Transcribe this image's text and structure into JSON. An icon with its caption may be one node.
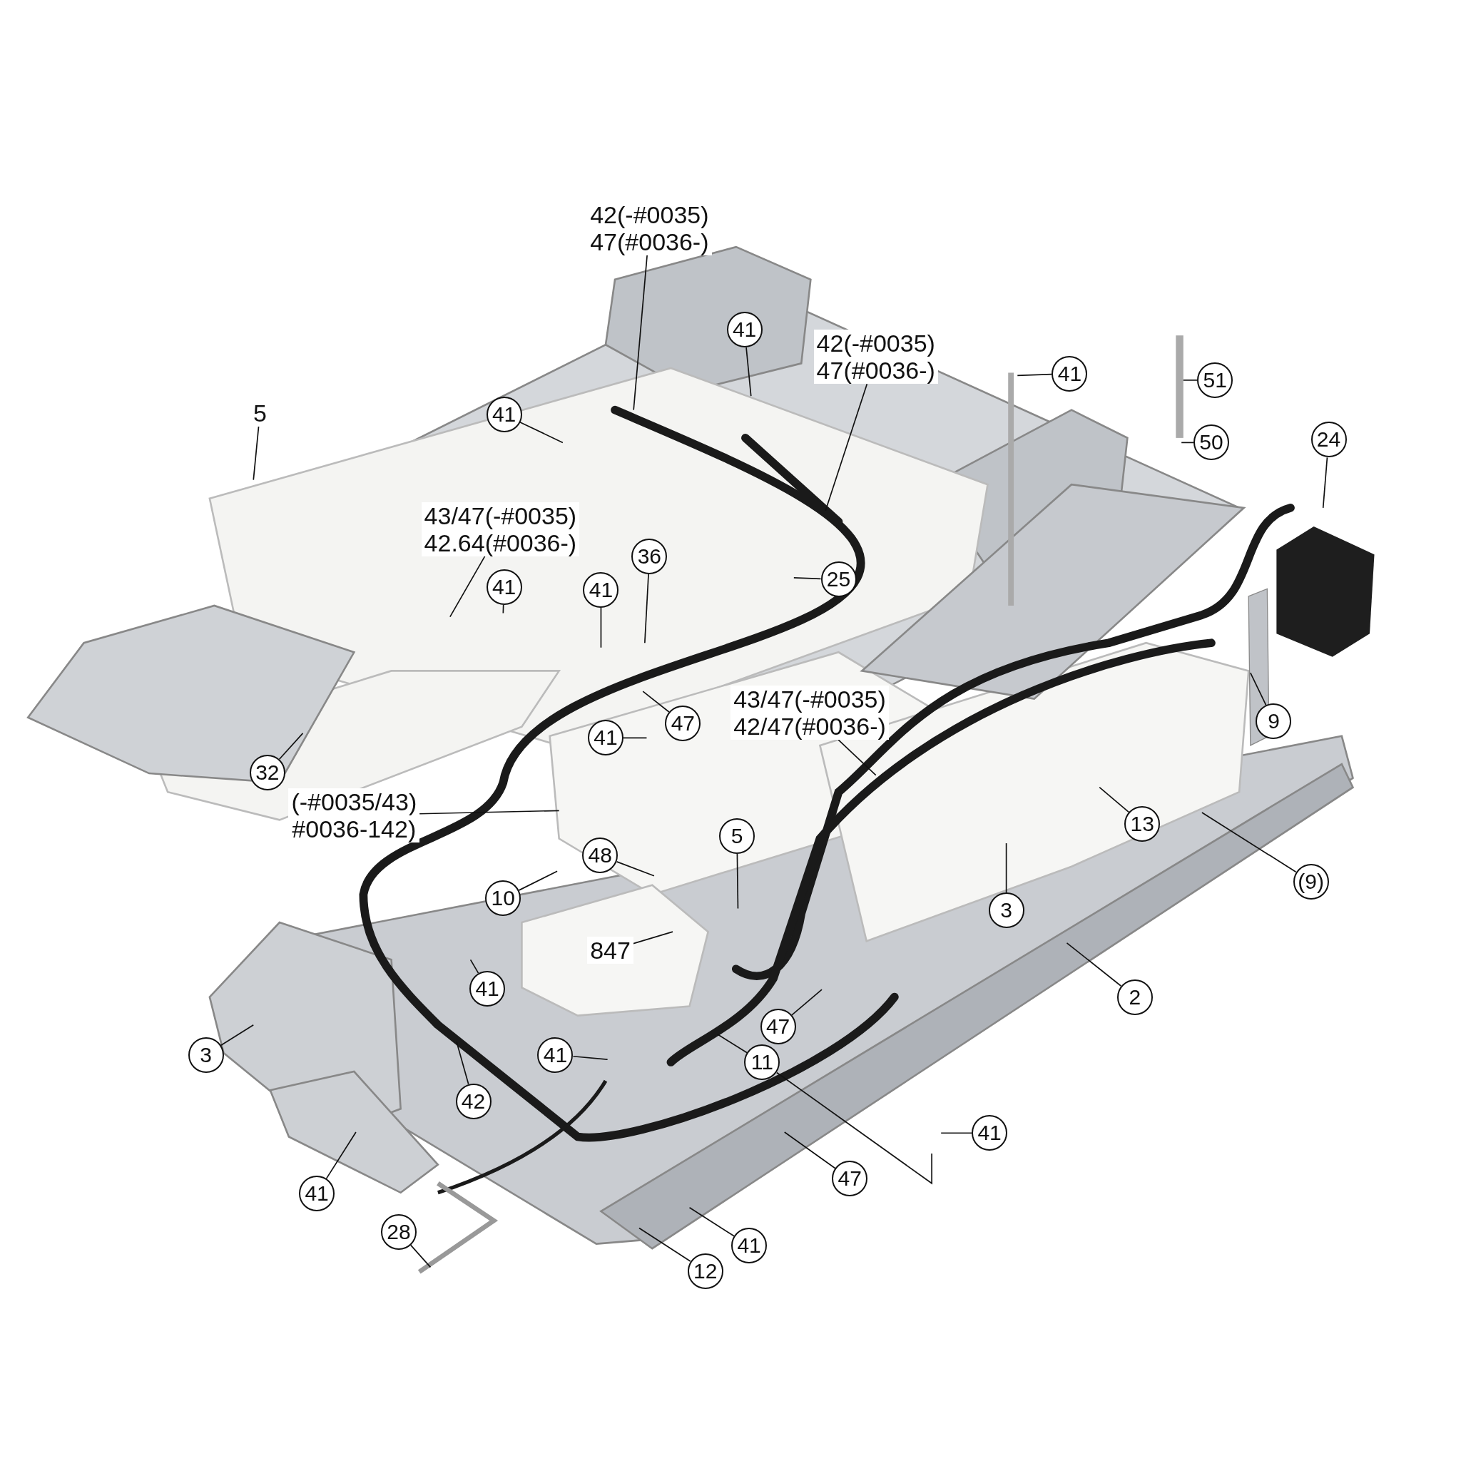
{
  "diagram": {
    "nodes": [
      {
        "text": [
          "42(-#0035) 47(#0036-)"
        ]
      },
      {
        "text": [
          "5"
        ]
      },
      {
        "text": [
          "41"
        ]
      },
      {
        "text": [
          "42(-#0035) 47(#0036-)"
        ]
      },
      {
        "text": [
          "41"
        ]
      },
      {
        "text": [
          "41"
        ]
      },
      {
        "text": [
          "51"
        ]
      },
      {
        "text": [
          "50"
        ]
      },
      {
        "text": [
          "24"
        ]
      },
      {
        "text": [
          "43/47(-#0035) 42.64(#0036-)"
        ]
      },
      {
        "text": [
          "36"
        ]
      },
      {
        "text": [
          "41"
        ]
      },
      {
        "text": [
          "41"
        ]
      },
      {
        "text": [
          "25"
        ]
      },
      {
        "text": [
          "47"
        ]
      },
      {
        "text": [
          "41"
        ]
      },
      {
        "text": [
          "43/47(-#0035) 42/47(#0036-)"
        ]
      },
      {
        "text": [
          "9"
        ]
      },
      {
        "text": [
          "32"
        ]
      },
      {
        "text": [
          "13"
        ]
      },
      {
        "text": [
          "(-#0035/43) #0036-142)"
        ]
      },
      {
        "text": [
          "48"
        ]
      },
      {
        "text": [
          "5"
        ]
      },
      {
        "text": [
          "10"
        ]
      },
      {
        "text": [
          "(9)"
        ]
      },
      {
        "text": [
          "3"
        ]
      },
      {
        "text": [
          "847"
        ]
      },
      {
        "text": [
          "2"
        ]
      },
      {
        "text": [
          "41"
        ]
      },
      {
        "text": [
          "3"
        ]
      },
      {
        "text": [
          "47"
        ]
      },
      {
        "text": [
          "41"
        ]
      },
      {
        "text": [
          "11"
        ]
      },
      {
        "text": [
          "42"
        ]
      },
      {
        "text": [
          "41"
        ]
      },
      {
        "text": [
          "47"
        ]
      },
      {
        "text": [
          "41"
        ]
      },
      {
        "text": [
          "28"
        ]
      },
      {
        "text": [
          "41"
        ]
      },
      {
        "text": [
          "12"
        ]
      }
    ],
    "edges": [
      {
        "from": 0,
        "to": null,
        "arrow": "none"
      },
      {
        "from": 1,
        "to": null,
        "arrow": "none"
      },
      {
        "from": 2,
        "to": null,
        "arrow": "none"
      },
      {
        "from": 3,
        "to": null,
        "arrow": "none"
      },
      {
        "from": 4,
        "to": null,
        "arrow": "none"
      },
      {
        "from": 5,
        "to": null,
        "arrow": "none"
      },
      {
        "from": 6,
        "to": null,
        "arrow": "none"
      },
      {
        "from": 7,
        "to": null,
        "arrow": "none"
      },
      {
        "from": 8,
        "to": null,
        "arrow": "none"
      },
      {
        "from": 9,
        "to": null,
        "arrow": "none"
      },
      {
        "from": 10,
        "to": null,
        "arrow": "none"
      },
      {
        "from": 11,
        "to": null,
        "arrow": "none"
      },
      {
        "from": 12,
        "to": null,
        "arrow": "none"
      },
      {
        "from": 13,
        "to": null,
        "arrow": "none"
      },
      {
        "from": 14,
        "to": null,
        "arrow": "none"
      },
      {
        "from": 15,
        "to": null,
        "arrow": "none"
      },
      {
        "from": 16,
        "to": null,
        "arrow": "none"
      },
      {
        "from": 17,
        "to": null,
        "arrow": "none"
      },
      {
        "from": 18,
        "to": null,
        "arrow": "none"
      },
      {
        "from": 19,
        "to": null,
        "arrow": "none"
      },
      {
        "from": 20,
        "to": null,
        "arrow": "none"
      },
      {
        "from": 21,
        "to": null,
        "arrow": "none"
      },
      {
        "from": 22,
        "to": null,
        "arrow": "none"
      },
      {
        "from": 23,
        "to": null,
        "arrow": "none"
      },
      {
        "from": 24,
        "to": null,
        "arrow": "none"
      },
      {
        "from": 25,
        "to": null,
        "arrow": "none"
      },
      {
        "from": 26,
        "to": null,
        "arrow": "none"
      },
      {
        "from": 27,
        "to": null,
        "arrow": "none"
      },
      {
        "from": 28,
        "to": null,
        "arrow": "none"
      },
      {
        "from": 29,
        "to": null,
        "arrow": "none"
      },
      {
        "from": 30,
        "to": null,
        "arrow": "none"
      },
      {
        "from": 31,
        "to": null,
        "arrow": "none"
      },
      {
        "from": 32,
        "to": null,
        "arrow": "none"
      },
      {
        "from": 32,
        "to": null,
        "arrow": "none"
      },
      {
        "from": 33,
        "to": null,
        "arrow": "none"
      },
      {
        "from": 34,
        "to": null,
        "arrow": "none"
      },
      {
        "from": 35,
        "to": null,
        "arrow": "none"
      },
      {
        "from": 36,
        "to": null,
        "arrow": "none"
      },
      {
        "from": 37,
        "to": null,
        "arrow": "none"
      },
      {
        "from": 38,
        "to": null,
        "arrow": "none"
      },
      {
        "from": 39,
        "to": null,
        "arrow": "none"
      }
    ]
  }
}
